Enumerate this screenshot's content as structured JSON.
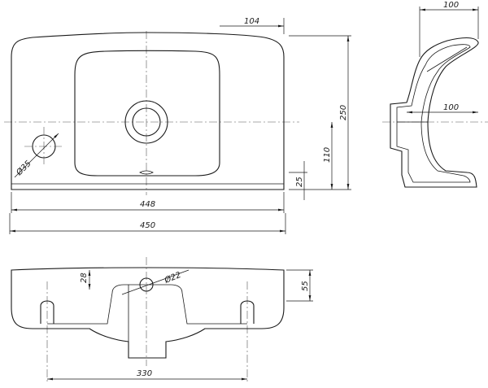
{
  "dimensions": {
    "d104": "104",
    "d100_top": "100",
    "d250": "250",
    "d100_side": "100",
    "d110": "110",
    "d25": "25",
    "dia35": "Ø35",
    "d448": "448",
    "d450": "450",
    "d28": "28",
    "dia22": "Ø22",
    "d55": "55",
    "d330": "330"
  }
}
